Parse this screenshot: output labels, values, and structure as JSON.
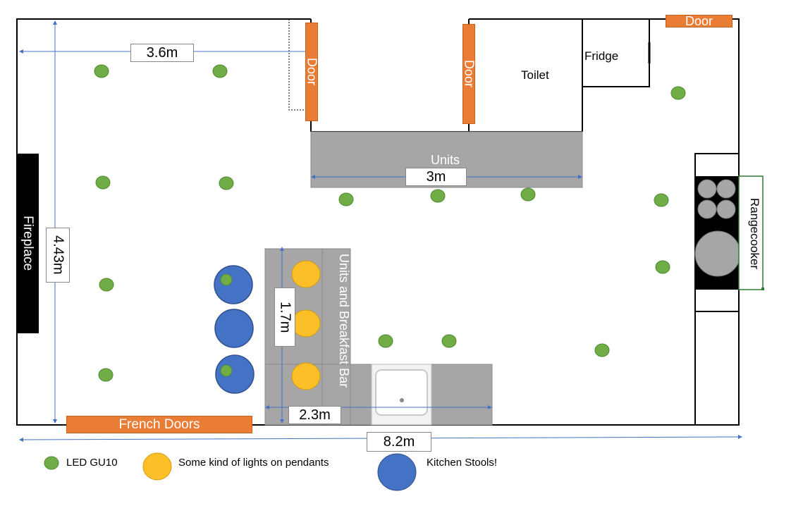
{
  "labels": {
    "fireplace": "Fireplace",
    "units_top": "Units",
    "units_breakfast": "Units and Breakfast Bar",
    "toilet": "Toilet",
    "fridge": "Fridge",
    "rangecooker": "Rangecooker",
    "french_doors": "French Doors",
    "door_left": "Door",
    "door_middle": "Door",
    "door_top_right": "Door"
  },
  "dimensions": {
    "width_left": "3.6m",
    "height_left": "4.43m",
    "units_width": "3m",
    "bar_height": "1.7m",
    "bar_width": "2.3m",
    "total_width": "8.2m"
  },
  "legend": {
    "led": "LED GU10",
    "pendant": "Some kind of lights on pendants",
    "stools": "Kitchen Stools!"
  },
  "colors": {
    "wall": "#000000",
    "led": "#70ad47",
    "pendant": "#fbbf27",
    "stool": "#4472c4",
    "units": "#a6a6a6",
    "door": "#ea7d35",
    "dimension_line": "#4472c4"
  }
}
